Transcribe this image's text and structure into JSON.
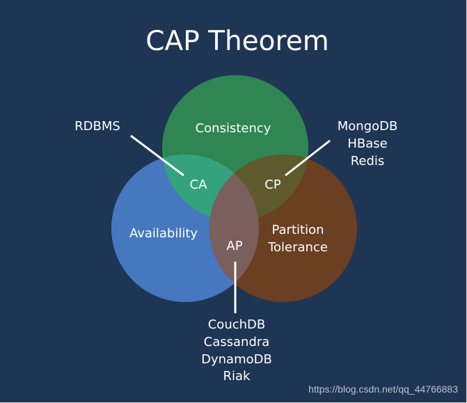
{
  "title": "CAP Theorem",
  "sets": {
    "consistency": "Consistency",
    "availability": "Availability",
    "partition_line1": "Partition",
    "partition_line2": "Tolerance"
  },
  "intersections": {
    "ca": "CA",
    "cp": "CP",
    "ap": "AP"
  },
  "systems": {
    "ca": [
      "RDBMS"
    ],
    "cp": [
      "MongoDB",
      "HBase",
      "Redis"
    ],
    "ap": [
      "CouchDB",
      "Cassandra",
      "DynamoDB",
      "Riak"
    ]
  },
  "watermark": "https://blog.csdn.net/qq_44766883",
  "colors": {
    "background": "#1f3554",
    "consistency": "#2f8653",
    "availability": "#4578bf",
    "partition": "#6a3f22",
    "ca_overlap": "#35a27e",
    "cp_overlap": "#5f5a2d",
    "ap_overlap": "#7a5f5d",
    "text": "#ffffff"
  }
}
